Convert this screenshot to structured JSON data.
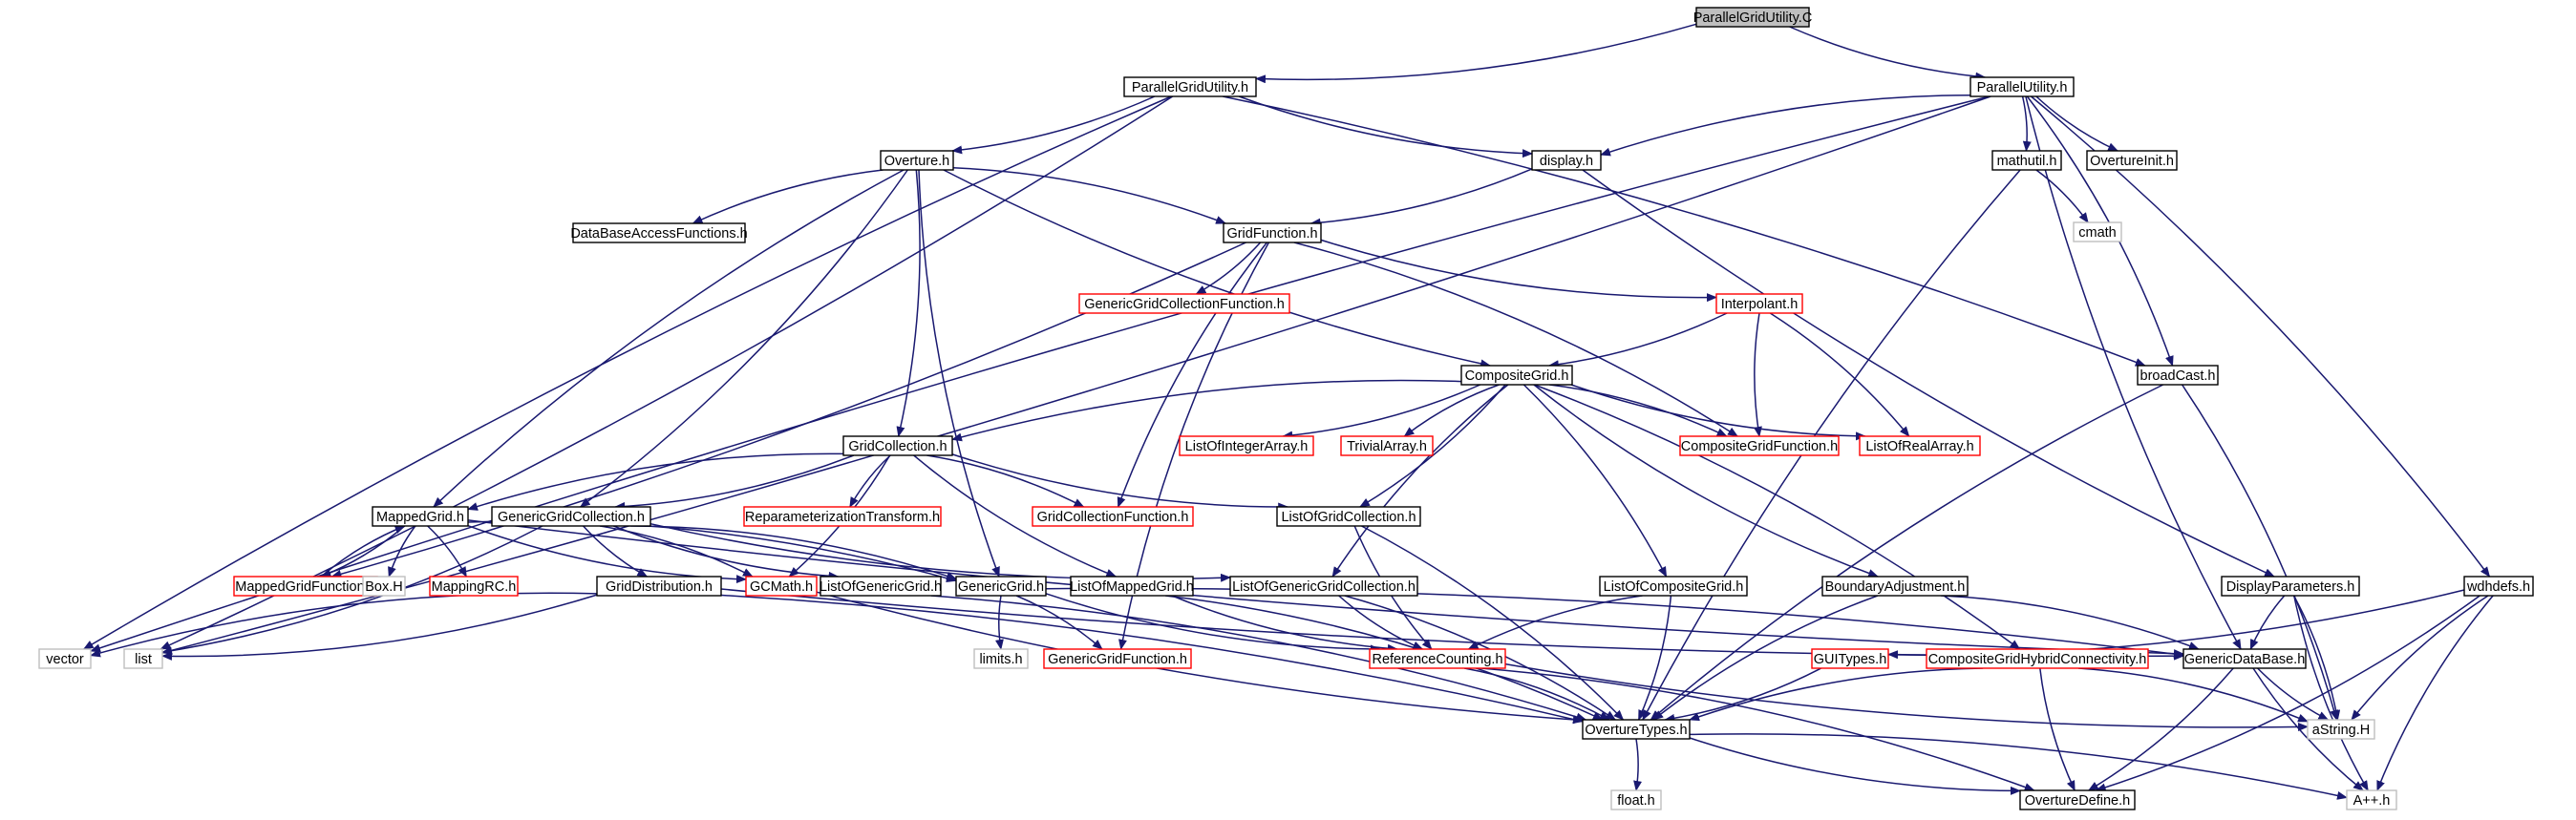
{
  "colors": {
    "edge": "#191970",
    "root_fill": "#bfbfbf",
    "root_border": "#000000",
    "normal_border": "#000000",
    "truncated_border": "#ff0000",
    "external_border": "#bfbfbf"
  },
  "nodes": [
    {
      "id": "ParallelGridUtility.C",
      "label": "ParallelGridUtility.C",
      "kind": "root"
    },
    {
      "id": "ParallelGridUtility.h",
      "label": "ParallelGridUtility.h",
      "kind": "normal"
    },
    {
      "id": "ParallelUtility.h",
      "label": "ParallelUtility.h",
      "kind": "normal"
    },
    {
      "id": "Overture.h",
      "label": "Overture.h",
      "kind": "normal"
    },
    {
      "id": "display.h",
      "label": "display.h",
      "kind": "normal"
    },
    {
      "id": "mathutil.h",
      "label": "mathutil.h",
      "kind": "normal"
    },
    {
      "id": "OvertureInit.h",
      "label": "OvertureInit.h",
      "kind": "normal"
    },
    {
      "id": "cmath",
      "label": "cmath",
      "kind": "external"
    },
    {
      "id": "DataBaseAccessFunctions.h",
      "label": "DataBaseAccessFunctions.h",
      "kind": "normal"
    },
    {
      "id": "GridFunction.h",
      "label": "GridFunction.h",
      "kind": "normal"
    },
    {
      "id": "GenericGridCollectionFunction.h",
      "label": "GenericGridCollectionFunction.h",
      "kind": "truncated"
    },
    {
      "id": "Interpolant.h",
      "label": "Interpolant.h",
      "kind": "truncated"
    },
    {
      "id": "CompositeGrid.h",
      "label": "CompositeGrid.h",
      "kind": "normal"
    },
    {
      "id": "broadCast.h",
      "label": "broadCast.h",
      "kind": "normal"
    },
    {
      "id": "GridCollection.h",
      "label": "GridCollection.h",
      "kind": "normal"
    },
    {
      "id": "ListOfIntegerArray.h",
      "label": "ListOfIntegerArray.h",
      "kind": "truncated"
    },
    {
      "id": "TrivialArray.h",
      "label": "TrivialArray.h",
      "kind": "truncated"
    },
    {
      "id": "CompositeGridFunction.h",
      "label": "CompositeGridFunction.h",
      "kind": "truncated"
    },
    {
      "id": "ListOfRealArray.h",
      "label": "ListOfRealArray.h",
      "kind": "truncated"
    },
    {
      "id": "MappedGrid.h",
      "label": "MappedGrid.h",
      "kind": "normal"
    },
    {
      "id": "GenericGridCollection.h",
      "label": "GenericGridCollection.h",
      "kind": "normal"
    },
    {
      "id": "ReparameterizationTransform.h",
      "label": "ReparameterizationTransform.h",
      "kind": "truncated"
    },
    {
      "id": "GridCollectionFunction.h",
      "label": "GridCollectionFunction.h",
      "kind": "truncated"
    },
    {
      "id": "ListOfGridCollection.h",
      "label": "ListOfGridCollection.h",
      "kind": "normal"
    },
    {
      "id": "MappedGridFunction.h",
      "label": "MappedGridFunction.h",
      "kind": "truncated"
    },
    {
      "id": "Box.H",
      "label": "Box.H",
      "kind": "external"
    },
    {
      "id": "MappingRC.h",
      "label": "MappingRC.h",
      "kind": "truncated"
    },
    {
      "id": "GridDistribution.h",
      "label": "GridDistribution.h",
      "kind": "normal"
    },
    {
      "id": "GCMath.h",
      "label": "GCMath.h",
      "kind": "truncated"
    },
    {
      "id": "ListOfGenericGrid.h",
      "label": "ListOfGenericGrid.h",
      "kind": "normal"
    },
    {
      "id": "GenericGrid.h",
      "label": "GenericGrid.h",
      "kind": "normal"
    },
    {
      "id": "ListOfMappedGrid.h",
      "label": "ListOfMappedGrid.h",
      "kind": "normal"
    },
    {
      "id": "ListOfGenericGridCollection.h",
      "label": "ListOfGenericGridCollection.h",
      "kind": "normal"
    },
    {
      "id": "ListOfCompositeGrid.h",
      "label": "ListOfCompositeGrid.h",
      "kind": "normal"
    },
    {
      "id": "BoundaryAdjustment.h",
      "label": "BoundaryAdjustment.h",
      "kind": "normal"
    },
    {
      "id": "DisplayParameters.h",
      "label": "DisplayParameters.h",
      "kind": "normal"
    },
    {
      "id": "wdhdefs.h",
      "label": "wdhdefs.h",
      "kind": "normal"
    },
    {
      "id": "vector",
      "label": "vector",
      "kind": "external"
    },
    {
      "id": "list",
      "label": "list",
      "kind": "external"
    },
    {
      "id": "limits.h",
      "label": "limits.h",
      "kind": "external"
    },
    {
      "id": "GenericGridFunction.h",
      "label": "GenericGridFunction.h",
      "kind": "truncated"
    },
    {
      "id": "ReferenceCounting.h",
      "label": "ReferenceCounting.h",
      "kind": "truncated"
    },
    {
      "id": "GUITypes.h",
      "label": "GUITypes.h",
      "kind": "truncated"
    },
    {
      "id": "CompositeGridHybridConnectivity.h",
      "label": "CompositeGridHybridConnectivity.h",
      "kind": "truncated"
    },
    {
      "id": "GenericDataBase.h",
      "label": "GenericDataBase.h",
      "kind": "normal"
    },
    {
      "id": "OvertureTypes.h",
      "label": "OvertureTypes.h",
      "kind": "normal"
    },
    {
      "id": "aString.H",
      "label": "aString.H",
      "kind": "external"
    },
    {
      "id": "float.h",
      "label": "float.h",
      "kind": "external"
    },
    {
      "id": "OvertureDefine.h",
      "label": "OvertureDefine.h",
      "kind": "normal"
    },
    {
      "id": "A++.h",
      "label": "A++.h",
      "kind": "external"
    }
  ],
  "edges": [
    [
      "ParallelGridUtility.C",
      "ParallelGridUtility.h"
    ],
    [
      "ParallelGridUtility.C",
      "ParallelUtility.h"
    ],
    [
      "ParallelGridUtility.h",
      "Overture.h"
    ],
    [
      "ParallelGridUtility.h",
      "display.h"
    ],
    [
      "ParallelGridUtility.h",
      "broadCast.h"
    ],
    [
      "ParallelGridUtility.h",
      "vector"
    ],
    [
      "ParallelGridUtility.h",
      "list"
    ],
    [
      "ParallelUtility.h",
      "display.h"
    ],
    [
      "ParallelUtility.h",
      "mathutil.h"
    ],
    [
      "ParallelUtility.h",
      "OvertureInit.h"
    ],
    [
      "ParallelUtility.h",
      "broadCast.h"
    ],
    [
      "ParallelUtility.h",
      "GenericDataBase.h"
    ],
    [
      "ParallelUtility.h",
      "wdhdefs.h"
    ],
    [
      "ParallelUtility.h",
      "vector"
    ],
    [
      "ParallelUtility.h",
      "list"
    ],
    [
      "Overture.h",
      "DataBaseAccessFunctions.h"
    ],
    [
      "Overture.h",
      "GridFunction.h"
    ],
    [
      "Overture.h",
      "CompositeGrid.h"
    ],
    [
      "Overture.h",
      "GridCollection.h"
    ],
    [
      "Overture.h",
      "MappedGrid.h"
    ],
    [
      "Overture.h",
      "GenericGridCollection.h"
    ],
    [
      "Overture.h",
      "GenericGrid.h"
    ],
    [
      "display.h",
      "GridFunction.h"
    ],
    [
      "display.h",
      "DisplayParameters.h"
    ],
    [
      "mathutil.h",
      "cmath"
    ],
    [
      "mathutil.h",
      "OvertureTypes.h"
    ],
    [
      "GridFunction.h",
      "GenericGridCollectionFunction.h"
    ],
    [
      "GridFunction.h",
      "Interpolant.h"
    ],
    [
      "GridFunction.h",
      "CompositeGridFunction.h"
    ],
    [
      "GridFunction.h",
      "GridCollectionFunction.h"
    ],
    [
      "GridFunction.h",
      "MappedGridFunction.h"
    ],
    [
      "GridFunction.h",
      "GenericGridFunction.h"
    ],
    [
      "Interpolant.h",
      "CompositeGrid.h"
    ],
    [
      "Interpolant.h",
      "CompositeGridFunction.h"
    ],
    [
      "Interpolant.h",
      "ListOfRealArray.h"
    ],
    [
      "CompositeGrid.h",
      "GridCollection.h"
    ],
    [
      "CompositeGrid.h",
      "ListOfIntegerArray.h"
    ],
    [
      "CompositeGrid.h",
      "TrivialArray.h"
    ],
    [
      "CompositeGrid.h",
      "CompositeGridFunction.h"
    ],
    [
      "CompositeGrid.h",
      "ListOfRealArray.h"
    ],
    [
      "CompositeGrid.h",
      "ListOfGridCollection.h"
    ],
    [
      "CompositeGrid.h",
      "ListOfGenericGridCollection.h"
    ],
    [
      "CompositeGrid.h",
      "ListOfCompositeGrid.h"
    ],
    [
      "CompositeGrid.h",
      "BoundaryAdjustment.h"
    ],
    [
      "CompositeGrid.h",
      "CompositeGridHybridConnectivity.h"
    ],
    [
      "broadCast.h",
      "OvertureTypes.h"
    ],
    [
      "broadCast.h",
      "aString.H"
    ],
    [
      "GridCollection.h",
      "MappedGrid.h"
    ],
    [
      "GridCollection.h",
      "GenericGridCollection.h"
    ],
    [
      "GridCollection.h",
      "ReparameterizationTransform.h"
    ],
    [
      "GridCollection.h",
      "GridCollectionFunction.h"
    ],
    [
      "GridCollection.h",
      "ListOfGridCollection.h"
    ],
    [
      "GridCollection.h",
      "GCMath.h"
    ],
    [
      "GridCollection.h",
      "ListOfMappedGrid.h"
    ],
    [
      "MappedGrid.h",
      "MappedGridFunction.h"
    ],
    [
      "MappedGrid.h",
      "Box.H"
    ],
    [
      "MappedGrid.h",
      "MappingRC.h"
    ],
    [
      "MappedGrid.h",
      "GCMath.h"
    ],
    [
      "MappedGrid.h",
      "GenericGrid.h"
    ],
    [
      "MappedGrid.h",
      "GenericDataBase.h"
    ],
    [
      "MappedGridFunction.h",
      "MappedGrid.h"
    ],
    [
      "GenericGridCollection.h",
      "GridDistribution.h"
    ],
    [
      "GenericGridCollection.h",
      "GCMath.h"
    ],
    [
      "GenericGridCollection.h",
      "ListOfGenericGrid.h"
    ],
    [
      "GenericGridCollection.h",
      "GenericGrid.h"
    ],
    [
      "GenericGridCollection.h",
      "ListOfGenericGridCollection.h"
    ],
    [
      "GenericGridCollection.h",
      "list"
    ],
    [
      "ListOfGridCollection.h",
      "ReferenceCounting.h"
    ],
    [
      "ListOfGridCollection.h",
      "OvertureTypes.h"
    ],
    [
      "GridDistribution.h",
      "vector"
    ],
    [
      "GridDistribution.h",
      "list"
    ],
    [
      "GridDistribution.h",
      "GenericDataBase.h"
    ],
    [
      "GridDistribution.h",
      "OvertureTypes.h"
    ],
    [
      "GCMath.h",
      "OvertureTypes.h"
    ],
    [
      "ListOfGenericGrid.h",
      "OvertureTypes.h"
    ],
    [
      "GenericGrid.h",
      "limits.h"
    ],
    [
      "GenericGrid.h",
      "GenericGridFunction.h"
    ],
    [
      "GenericGrid.h",
      "ReferenceCounting.h"
    ],
    [
      "GenericGrid.h",
      "GenericDataBase.h"
    ],
    [
      "ListOfMappedGrid.h",
      "ReferenceCounting.h"
    ],
    [
      "ListOfMappedGrid.h",
      "OvertureTypes.h"
    ],
    [
      "ListOfGenericGridCollection.h",
      "ReferenceCounting.h"
    ],
    [
      "ListOfGenericGridCollection.h",
      "OvertureTypes.h"
    ],
    [
      "ListOfCompositeGrid.h",
      "ReferenceCounting.h"
    ],
    [
      "ListOfCompositeGrid.h",
      "OvertureTypes.h"
    ],
    [
      "BoundaryAdjustment.h",
      "OvertureTypes.h"
    ],
    [
      "BoundaryAdjustment.h",
      "GenericDataBase.h"
    ],
    [
      "DisplayParameters.h",
      "GenericDataBase.h"
    ],
    [
      "DisplayParameters.h",
      "aString.H"
    ],
    [
      "DisplayParameters.h",
      "A++.h"
    ],
    [
      "wdhdefs.h",
      "GUITypes.h"
    ],
    [
      "wdhdefs.h",
      "aString.H"
    ],
    [
      "wdhdefs.h",
      "OvertureDefine.h"
    ],
    [
      "wdhdefs.h",
      "A++.h"
    ],
    [
      "GUITypes.h",
      "OvertureTypes.h"
    ],
    [
      "CompositeGridHybridConnectivity.h",
      "OvertureTypes.h"
    ],
    [
      "CompositeGridHybridConnectivity.h",
      "aString.H"
    ],
    [
      "CompositeGridHybridConnectivity.h",
      "OvertureDefine.h"
    ],
    [
      "ReferenceCounting.h",
      "OvertureTypes.h"
    ],
    [
      "ReferenceCounting.h",
      "aString.H"
    ],
    [
      "ReferenceCounting.h",
      "OvertureDefine.h"
    ],
    [
      "GenericDataBase.h",
      "aString.H"
    ],
    [
      "GenericDataBase.h",
      "OvertureDefine.h"
    ],
    [
      "GenericDataBase.h",
      "A++.h"
    ],
    [
      "OvertureTypes.h",
      "float.h"
    ],
    [
      "OvertureTypes.h",
      "OvertureDefine.h"
    ],
    [
      "OvertureTypes.h",
      "A++.h"
    ]
  ]
}
